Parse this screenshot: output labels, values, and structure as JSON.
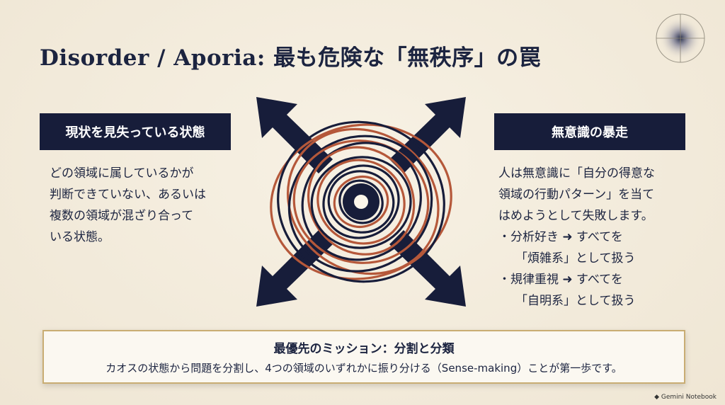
{
  "title": "Disorder / Aporia: 最も危険な「無秩序」の罠",
  "left_panel": {
    "header": "現状を見失っている状態",
    "lines": [
      "どの領域に属しているかが",
      "判断できていない、あるいは",
      "複数の領域が混ざり合って",
      "いる状態。"
    ]
  },
  "right_panel": {
    "header": "無意識の暴走",
    "lines": [
      "人は無意識に「自分の得意な",
      "領域の行動パターン」を当て",
      "はめようとして失敗します。"
    ],
    "bullets": [
      {
        "lead": "・分析好き ➜ すべてを",
        "follow": "「煩雑系」として扱う"
      },
      {
        "lead": "・規律重視 ➜ すべてを",
        "follow": "「自明系」として扱う"
      }
    ]
  },
  "mission": {
    "title": "最優先のミッション：分割と分類",
    "text": "カオスの状態から問題を分割し、4つの領域のいずれかに振り分ける（Sense-making）ことが第一歩です。"
  },
  "watermark": "Gemini Notebook",
  "colors": {
    "navy": "#171d3a",
    "rust": "#b5583a",
    "background": "#f3ecdd",
    "gold": "#c9ad73"
  }
}
